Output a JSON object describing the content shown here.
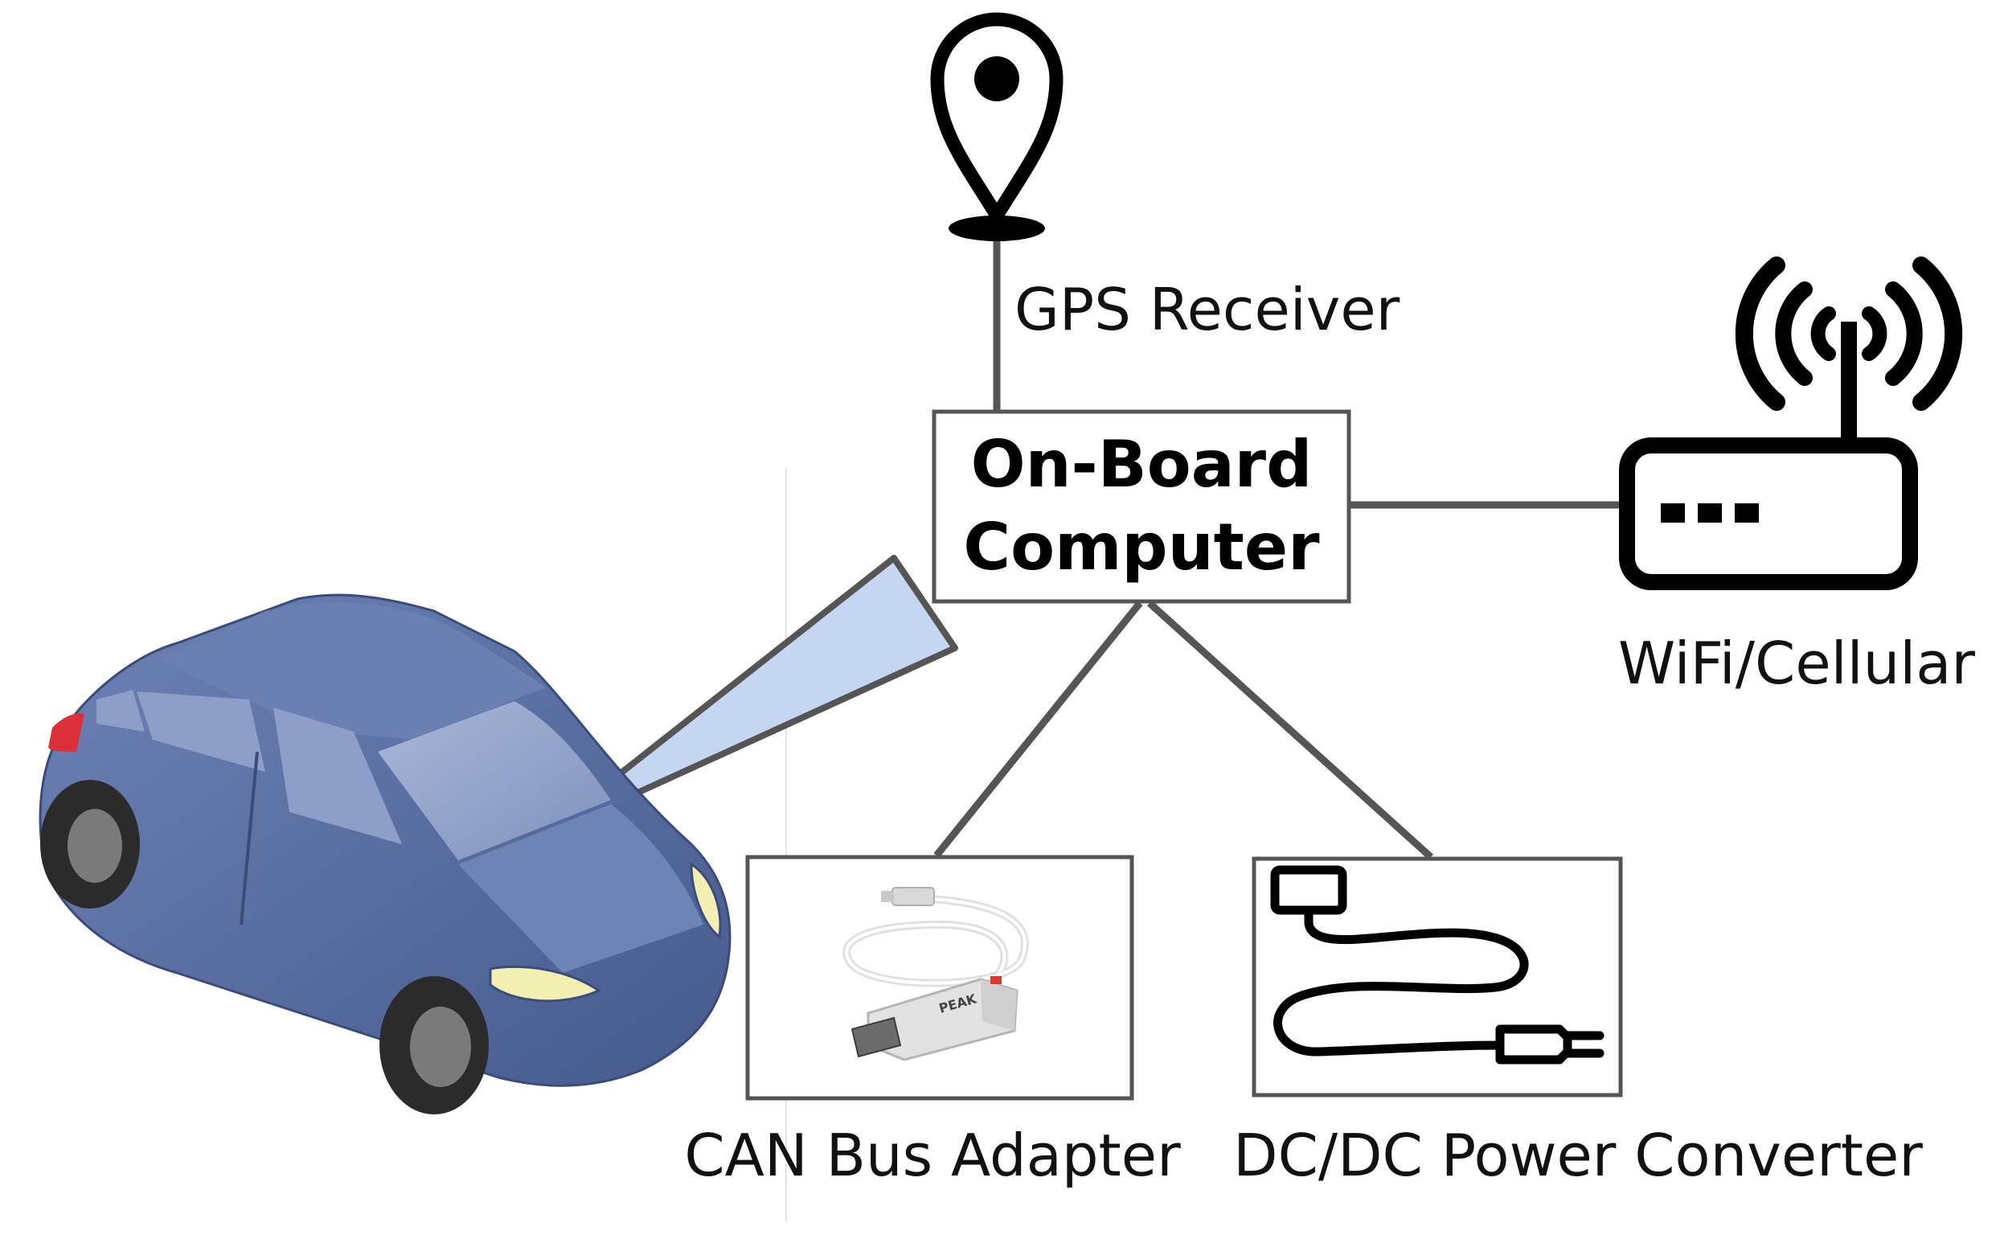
{
  "nodes": {
    "onboard_computer": {
      "line1": "On-Board",
      "line2": "Computer"
    },
    "gps_receiver": {
      "label": "GPS Receiver",
      "icon": "map-pin-icon"
    },
    "wifi_cellular": {
      "label": "WiFi/Cellular",
      "icon": "router-icon"
    },
    "can_bus_adapter": {
      "label": "CAN Bus Adapter",
      "icon": "can-bus-adapter-photo",
      "logo_text": "PEAK"
    },
    "dc_dc_converter": {
      "label": "DC/DC Power Converter",
      "icon": "power-plug-icon"
    }
  },
  "vehicle": {
    "icon": "car-illustration",
    "color": "#5a6fa3"
  },
  "colors": {
    "connector": "#555555",
    "box_border": "#555555",
    "beam": "#c5d6f2"
  }
}
